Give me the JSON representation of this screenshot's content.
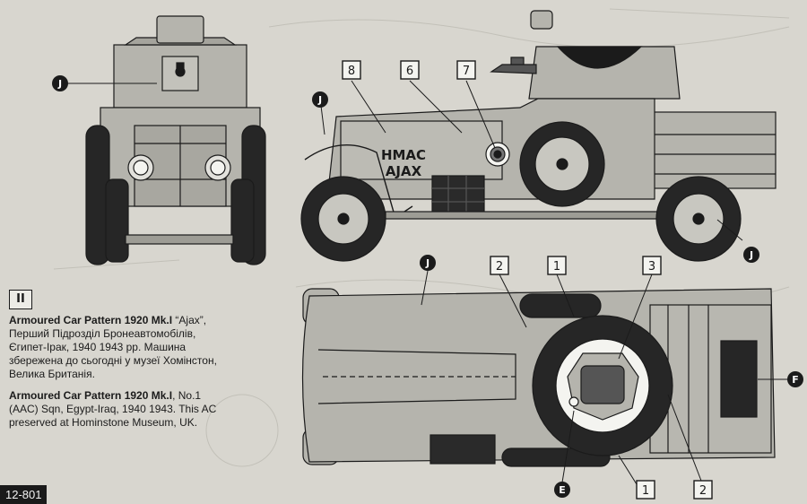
{
  "plate_number": "II",
  "sheet_code": "12-801",
  "caption": {
    "ua_title": "Armoured Car Pattern 1920 Mk.I",
    "ua_name": " “Ajax”,",
    "ua_line1": "Перший Підрозділ Бронеавтомобілів,",
    "ua_line2": "Єгипет-Ірак, 1940 1943 рр. Машина",
    "ua_line3": "збережена до сьогодні у музеї Хомінстон,",
    "ua_line4": "Велика Британія.",
    "en_title": "Armoured Car Pattern 1920 Mk.I",
    "en_unit": ",  No.1",
    "en_line1": "(AAC) Sqn, Egypt-Iraq, 1940 1943. This AC",
    "en_line2": "preserved at Hominstone Museum, UK."
  },
  "hull_marking": {
    "line1": "HMAC",
    "line2": "AJAX"
  },
  "callouts": {
    "c8": "8",
    "c6": "6",
    "c7": "7",
    "c2a": "2",
    "c1a": "1",
    "c3": "3",
    "c1b": "1",
    "c2b": "2",
    "jFront": "J",
    "jSideTop": "J",
    "jSideRight": "J",
    "jTop": "J",
    "eTop": "E",
    "fTop": "F"
  },
  "colors": {
    "paint": "#b5b4ad",
    "paint_dark": "#8f8e87",
    "ink": "#1b1b1b",
    "tyre": "#262626",
    "paper": "#d8d6cf"
  }
}
